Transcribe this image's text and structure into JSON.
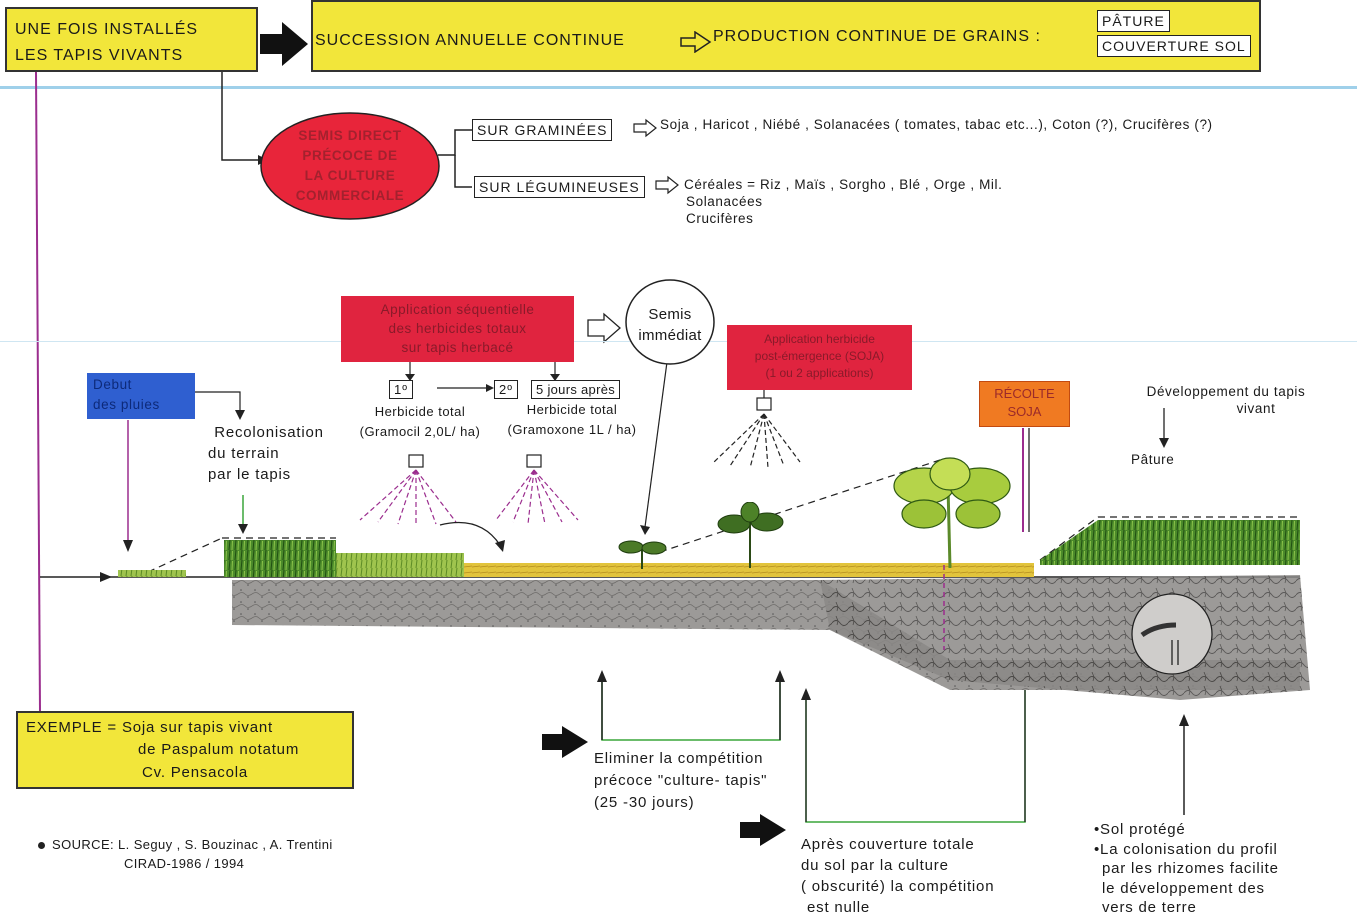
{
  "top": {
    "installed": [
      "UNE FOIS INSTALLÉS",
      "LES TAPIS VIVANTS"
    ],
    "succession": "SUCCESSION ANNUELLE CONTINUE",
    "production": "PRODUCTION CONTINUE DE GRAINS :",
    "paturage": "PÂTURE",
    "couverture": "COUVERTURE SOL"
  },
  "semis_direct": [
    "SEMIS DIRECT",
    "PRÉCOCE DE",
    "LA CULTURE",
    "COMMERCIALE"
  ],
  "branches": {
    "graminees_label": "SUR GRAMINÉES",
    "graminees_crops": "Soja , Haricot , Niébé , Solanacées ( tomates, tabac etc...), Coton (?), Crucifères (?)",
    "legumineuses_label": "SUR LÉGUMINEUSES",
    "legumineuses_crops": [
      "Céréales = Riz , Maïs , Sorgho , Blé , Orge , Mil.",
      "Solanacées",
      "Crucifères"
    ]
  },
  "timeline": {
    "debut_pluies": [
      "Debut",
      "des pluies"
    ],
    "recolonisation": [
      "Recolonisation",
      "du terrain",
      "par le tapis"
    ],
    "application": [
      "Application séquentielle",
      "des herbicides totaux",
      "sur tapis herbacé"
    ],
    "step1": "1º",
    "step2": "2º",
    "step2_delay": "5 jours après",
    "herb1": [
      "Herbicide total",
      "(Gramocil 2,0L/ ha)"
    ],
    "herb2": [
      "Herbicide total",
      "(Gramoxone 1L / ha)"
    ],
    "semis_immediat": [
      "Semis",
      "immédiat"
    ],
    "application_post": [
      "Application herbicide",
      "post-émergence (SOJA)",
      "(1 ou 2 applications)"
    ],
    "recolte": [
      "RÉCOLTE",
      "SOJA"
    ],
    "developpement": [
      "Développement du tapis",
      "vivant"
    ],
    "pature": "Pâture"
  },
  "example": {
    "lines": [
      "EXEMPLE = Soja sur tapis vivant",
      "de Paspalum notatum",
      "Cv. Pensacola"
    ]
  },
  "source": {
    "lines": [
      "SOURCE: L. Seguy , S. Bouzinac , A. Trentini",
      "CIRAD-1986 / 1994"
    ]
  },
  "notes": {
    "eliminer": [
      "Eliminer la compétition",
      "précoce \"culture- tapis\"",
      "(25 -30 jours)"
    ],
    "apres": [
      "Après couverture totale",
      "du sol par la culture",
      "( obscurité) la compétition",
      "est nulle"
    ],
    "sol": [
      "•Sol protégé",
      "•La colonisation du profil",
      "par les rhizomes facilite",
      "le développement des",
      "vers de terre"
    ]
  },
  "colors": {
    "yellow": "#f2e63a",
    "red": "#e0243f",
    "blue": "#2f5fd0",
    "orange": "#f07a22",
    "purple": "#9b2d8e",
    "green": "#3aa63a"
  }
}
